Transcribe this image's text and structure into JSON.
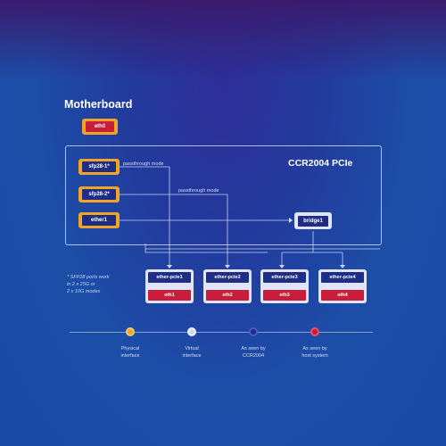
{
  "title": "Motherboard",
  "pcie_title": "CCR2004 PCIe",
  "eth0": "eth0",
  "ports": [
    {
      "label": "sfp28-1*"
    },
    {
      "label": "sfp28-2*"
    },
    {
      "label": "ether1"
    }
  ],
  "bridge": "bridge1",
  "modes": [
    "passthrough mode",
    "passthrough mode"
  ],
  "cards": [
    {
      "top": "ether-pcie1",
      "bottom": "eth1"
    },
    {
      "top": "ether-pcie2",
      "bottom": "eth2"
    },
    {
      "top": "ether-pcie3",
      "bottom": "eth3"
    },
    {
      "top": "ether-pcie4",
      "bottom": "eth4"
    }
  ],
  "note": {
    "line1": "* SFP28 ports work",
    "line2": "in 2 x 25G or",
    "line3": "2 x 10G modes"
  },
  "legend": [
    {
      "line1": "Physical",
      "line2": "interface",
      "color": "#f0a526",
      "border": "#f7c56a"
    },
    {
      "line1": "Virtual",
      "line2": "interface",
      "color": "#cfd8ef",
      "border": "#eef2fb"
    },
    {
      "line1": "As seen by",
      "line2": "CCR2004",
      "color": "#1f2d87",
      "border": "#4a5ac0"
    },
    {
      "line1": "As seen by",
      "line2": "host system",
      "color": "#c81e3c",
      "border": "#e8506a"
    }
  ]
}
